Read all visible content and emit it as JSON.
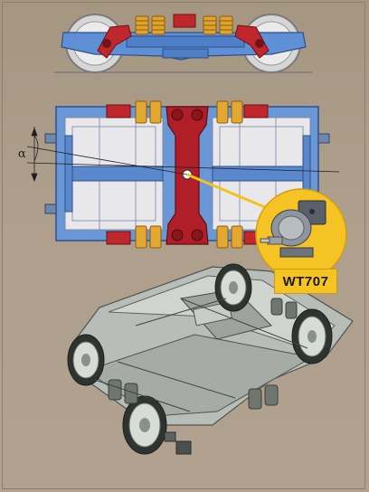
{
  "callout": {
    "model_label": "WT707"
  },
  "angle": {
    "symbol": "α"
  },
  "icons": [
    "bogie-side-view-drawing",
    "bogie-top-view-drawing",
    "sensor-photo",
    "bogie-3d-render"
  ]
}
